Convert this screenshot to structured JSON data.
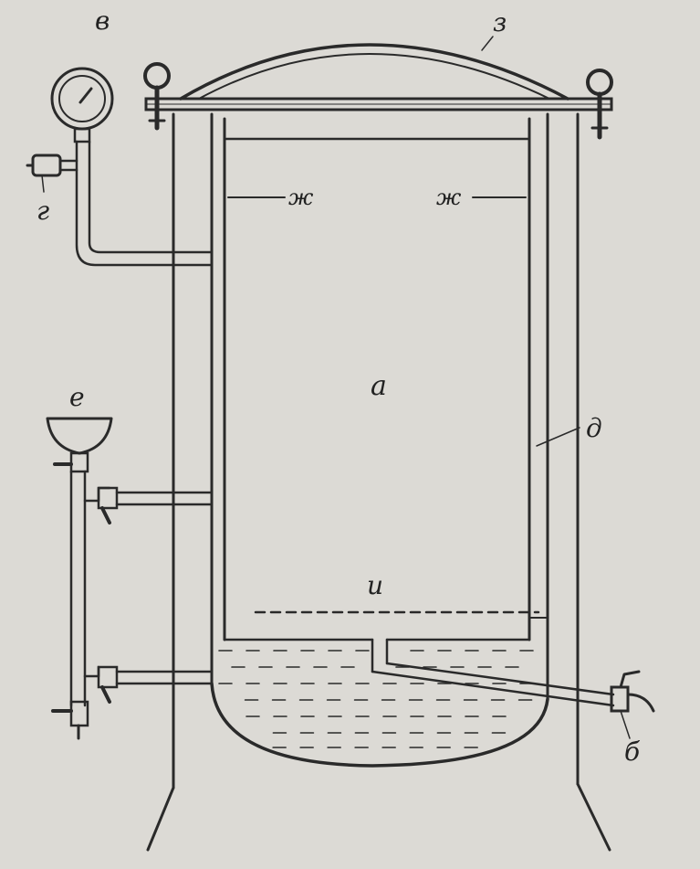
{
  "labels": {
    "a": "а",
    "b": "б",
    "v": "в",
    "g": "г",
    "d": "д",
    "e": "е",
    "zh_left": "ж",
    "zh_right": "ж",
    "z": "з",
    "i": "и"
  },
  "colors": {
    "background": "#dcdad5",
    "ink": "#2a2a2a"
  }
}
